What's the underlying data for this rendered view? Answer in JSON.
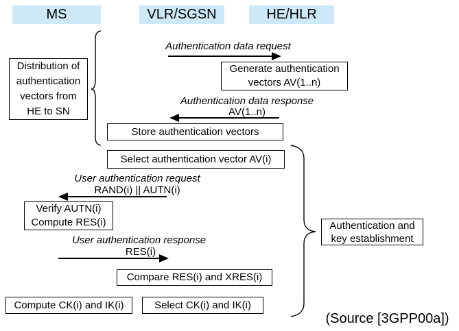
{
  "colors": {
    "actor_bg": "#cde9f7",
    "stroke": "#000000",
    "background": "#ffffff"
  },
  "actors": [
    {
      "label": "MS"
    },
    {
      "label": "VLR/SGSN"
    },
    {
      "label": "HE/HLR"
    }
  ],
  "messages": {
    "auth_data_request": {
      "label": "Authentication data request"
    },
    "auth_data_response": {
      "label": "Authentication data response",
      "param": "AV(1..n)"
    },
    "user_auth_request": {
      "label": "User authentication request",
      "param": "RAND(i) || AUTN(i)"
    },
    "user_auth_response": {
      "label": "User authentication response",
      "param": "RES(i)"
    }
  },
  "boxes": {
    "distribution": {
      "lines": [
        "Distribution of",
        "authentication",
        "vectors from",
        "HE to SN"
      ]
    },
    "generate": {
      "lines": [
        "Generate authentication",
        "vectors AV(1..n)"
      ]
    },
    "store": {
      "label": "Store authentication vectors"
    },
    "select_av": {
      "label": "Select authentication vector AV(i)"
    },
    "verify": {
      "lines": [
        "Verify AUTN(i)",
        "Compute RES(i)"
      ]
    },
    "compare": {
      "label": "Compare RES(i) and XRES(i)"
    },
    "compute_ck": {
      "label": "Compute CK(i) and IK(i)"
    },
    "select_ck": {
      "label": "Select CK(i) and IK(i)"
    },
    "auth_key": {
      "lines": [
        "Authentication and",
        "key establishment"
      ]
    }
  },
  "source_note": "(Source [3GPP00a])"
}
